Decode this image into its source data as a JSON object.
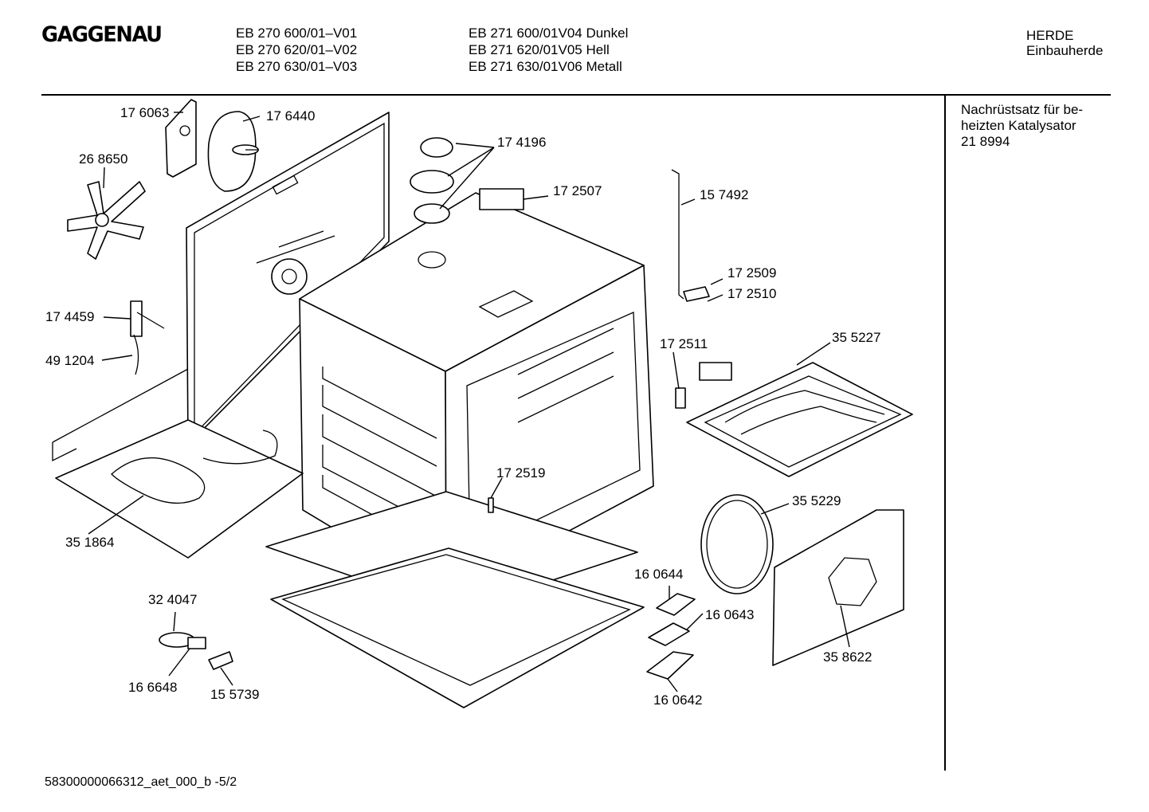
{
  "brand": "GAGGENAU",
  "models_left": [
    "EB 270 600/01–V01",
    "EB 270 620/01–V02",
    "EB 270 630/01–V03"
  ],
  "models_right": [
    "EB 271 600/01V04 Dunkel",
    "EB 271 620/01V05 Hell",
    "EB 271 630/01V06 Metall"
  ],
  "category": [
    "HERDE",
    "Einbauherde"
  ],
  "note": [
    "Nachrüstsatz für be-",
    "heizten Katalysator",
    "21 8994"
  ],
  "footer": "58300000066312_aet_000_b  -5/2",
  "parts": [
    {
      "id": "17 6063"
    },
    {
      "id": "17 6440"
    },
    {
      "id": "26 8650"
    },
    {
      "id": "17 4196"
    },
    {
      "id": "17 2507"
    },
    {
      "id": "15 7492"
    },
    {
      "id": "17 2509"
    },
    {
      "id": "17 2510"
    },
    {
      "id": "17 4459"
    },
    {
      "id": "49 1204"
    },
    {
      "id": "17 2511"
    },
    {
      "id": "35 5227"
    },
    {
      "id": "17 2519"
    },
    {
      "id": "35 5229"
    },
    {
      "id": "35 1864"
    },
    {
      "id": "32 4047"
    },
    {
      "id": "16 0644"
    },
    {
      "id": "16 0643"
    },
    {
      "id": "35 8622"
    },
    {
      "id": "16 6648"
    },
    {
      "id": "15 5739"
    },
    {
      "id": "16 0642"
    }
  ]
}
